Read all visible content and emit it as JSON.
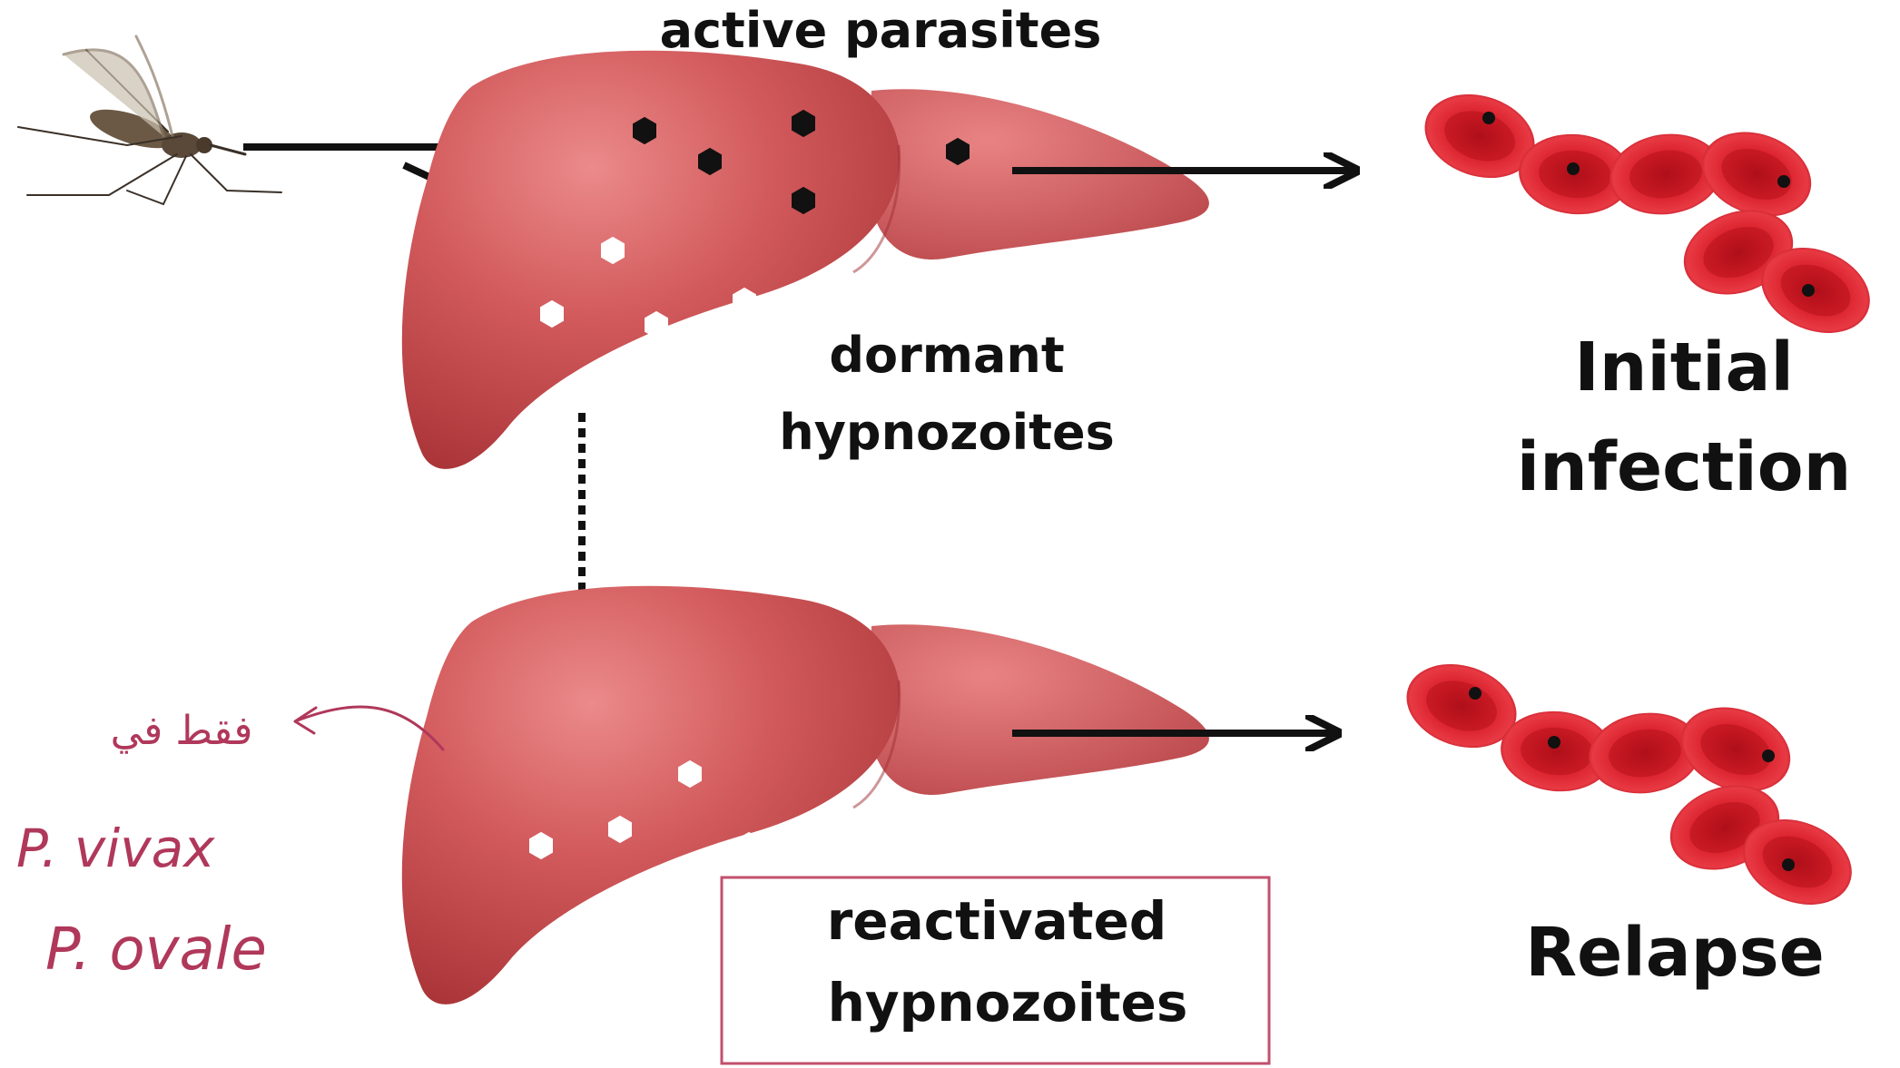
{
  "labels": {
    "active_parasites": "active parasites",
    "dormant_line1": "dormant",
    "dormant_line2": "hypnozoites",
    "initial_line1": "Initial",
    "initial_line2": "infection",
    "reactivated_line1": "reactivated",
    "reactivated_line2": "hypnozoites",
    "relapse": "Relapse"
  },
  "annotations": {
    "arabic_note": "فقط في",
    "species_1": "P. vivax",
    "species_2": "P. ovale"
  },
  "colors": {
    "liver": "#c9474b",
    "liver_light": "#e07a7b",
    "rbc": "#d81e2a",
    "ink": "#b0385a",
    "box": "#c2506d"
  },
  "icons": {
    "vector": "mosquito-icon",
    "organ": "liver-icon",
    "cells": "red-blood-cell-icon"
  }
}
